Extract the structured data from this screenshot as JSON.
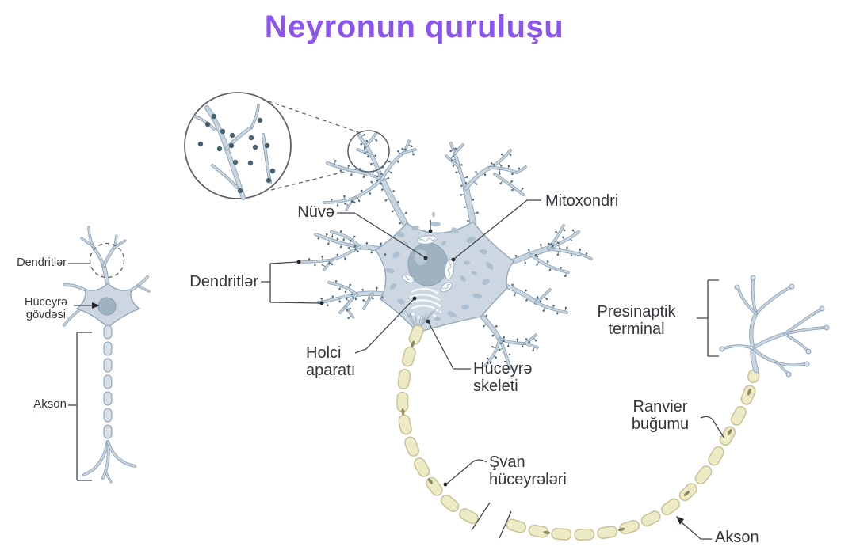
{
  "title": "Neyronun quruluşu",
  "small_neuron": {
    "labels": {
      "dendrites": "Dendritlər",
      "cell_body": "Hüceyrə gövdəsi",
      "axon": "Akson"
    }
  },
  "main_neuron": {
    "labels": {
      "nucleus": "Nüvə",
      "mitochondria": "Mitoxondri",
      "dendrites": "Dendritlər",
      "golgi": "Holci aparatı",
      "cytoskeleton": "Hüceyrə skeleti",
      "schwann": "Şvan hüceyrələri",
      "presynaptic": "Presinaptik terminal",
      "ranvier": "Ranvier buğumu",
      "axon": "Akson"
    }
  },
  "palette": {
    "title_purple": "#8c55f2",
    "label_text": "#33373c",
    "neuron_body": "#ccd7e1",
    "neuron_outline": "#90a6b8",
    "nucleus_fill": "#9fb2c2",
    "myelin_fill": "#edeac6",
    "myelin_border": "#c9c298",
    "spine_dot": "#4d6a7e",
    "leader_line": "#42464b"
  }
}
